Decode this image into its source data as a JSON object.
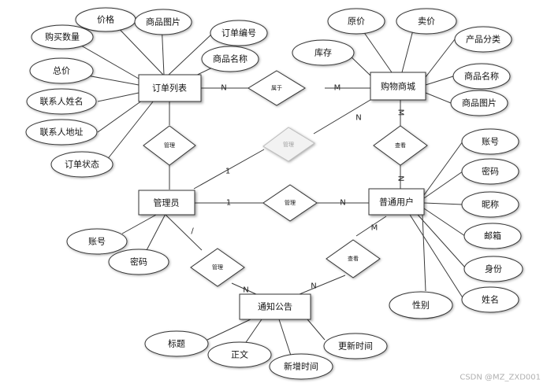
{
  "entities": {
    "order_list": "订单列表",
    "shop_mall": "购物商城",
    "admin": "管理员",
    "user": "普通用户",
    "notice": "通知公告"
  },
  "relations": {
    "belongs": "属于",
    "manage_admin_order": "管理",
    "manage_admin_mall": "管理",
    "manage_admin_user": "管理",
    "manage_admin_notice": "管理",
    "view_user_mall": "查看",
    "view_user_notice": "查看"
  },
  "attributes": {
    "order": {
      "price": "价格",
      "product_image": "商品图片",
      "order_number": "订单编号",
      "product_name": "商品名称",
      "buy_qty": "购买数量",
      "total": "总价",
      "contact_name": "联系人姓名",
      "contact_address": "联系人地址",
      "order_status": "订单状态"
    },
    "mall": {
      "original_price": "原价",
      "sale_price": "卖价",
      "stock": "库存",
      "category": "产品分类",
      "product_name": "商品名称",
      "product_image": "商品图片"
    },
    "user": {
      "account": "账号",
      "password": "密码",
      "nickname": "昵称",
      "email": "邮箱",
      "identity": "身份",
      "name": "姓名",
      "gender": "性别"
    },
    "admin": {
      "account": "账号",
      "password": "密码"
    },
    "notice": {
      "title": "标题",
      "body": "正文",
      "added_time": "新增时间",
      "updated_time": "更新时间"
    }
  },
  "cardinality": {
    "order_belongs": "N",
    "mall_belongs": "M",
    "mall_admin": "N",
    "admin_mall": "1",
    "admin_user_admin": "1",
    "admin_user_user": "N",
    "mall_view": "M",
    "user_view_mall": "N",
    "admin_notice": "/",
    "notice_admin": "N",
    "notice_user": "N",
    "user_notice": "M"
  },
  "watermark": "CSDN @MZ_ZXD001"
}
